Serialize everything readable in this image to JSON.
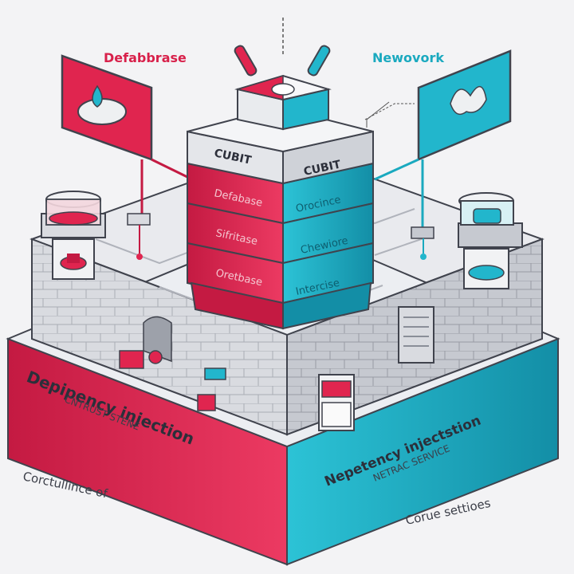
{
  "labels": {
    "database_title": "Defabbrase",
    "network_title": "Newovork",
    "cubit_left": "CUBIT",
    "cubit_right": "CUBIT",
    "ring_left": [
      "Defabase",
      "Sifritase",
      "Oretbase"
    ],
    "ring_right": [
      "Orocince",
      "Chewiore",
      "Intercise"
    ],
    "front_left_title": "Depipency injection",
    "front_left_sub": "CNTRUST STENE",
    "front_right_title": "Nepetency injectstion",
    "front_right_sub": "NETRAC SERVICE",
    "footer_left": "Corctullince of",
    "footer_right": "Corue settioes"
  },
  "icons": {
    "database_panel": "water-drop-cloud-icon",
    "network_panel": "leaf-bird-icon"
  },
  "colors": {
    "red": "#e0254f",
    "cyan": "#22b6cc",
    "stone": "#d7d9de",
    "stone_dark": "#b9bcc4",
    "outline": "#40434d"
  }
}
